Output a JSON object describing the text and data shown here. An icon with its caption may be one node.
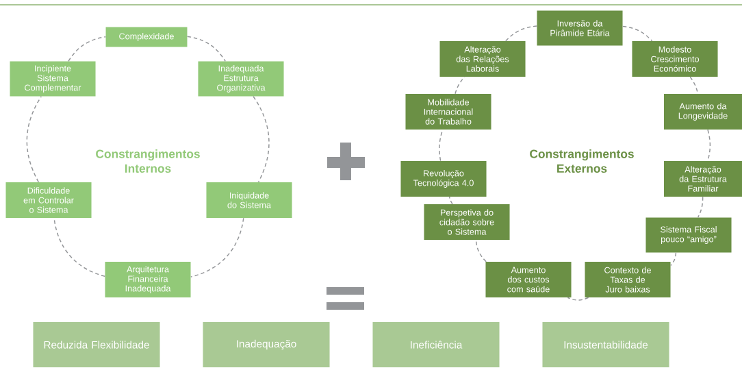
{
  "diagram": {
    "nodes": [
      {
        "text": [
          "Complexidade"
        ]
      },
      {
        "text": [
          "Inadequada Estrutura Organizativa"
        ]
      },
      {
        "text": [
          "Iniquidade do Sistema"
        ]
      },
      {
        "text": [
          "Arquitetura Financeira Inadequada"
        ]
      },
      {
        "text": [
          "Dificuldade em Controlar o Sistema"
        ]
      },
      {
        "text": [
          "Incipiente Sistema Complementar"
        ]
      },
      {
        "text": [
          "Inversão da Pirâmide Etária"
        ]
      },
      {
        "text": [
          "Modesto Crescimento Económico"
        ]
      },
      {
        "text": [
          "Aumento da Longevidade"
        ]
      },
      {
        "text": [
          "Alteração da Estrutura Familiar"
        ]
      },
      {
        "text": [
          "Sistema Fiscal pouco “amigo”"
        ]
      },
      {
        "text": [
          "Contexto de Taxas de Juro baixas"
        ]
      },
      {
        "text": [
          "Aumento dos custos com saúde"
        ]
      },
      {
        "text": [
          "Perspetiva do cidadão sobre o Sistema"
        ]
      },
      {
        "text": [
          "Revolução Tecnológica 4.0"
        ]
      },
      {
        "text": [
          "Mobilidade Internacional do Trabalho"
        ]
      },
      {
        "text": [
          "Alteração das Relações Laborais"
        ]
      },
      {
        "text": [
          "Reduzida Flexibilidade"
        ]
      },
      {
        "text": [
          "Inadequação"
        ]
      },
      {
        "text": [
          "Ineficiência"
        ]
      },
      {
        "text": [
          "Insustentabilidade"
        ]
      }
    ],
    "edges": [
      {
        "from": 0,
        "to": 1,
        "arrow": "none",
        "style": "dashed"
      },
      {
        "from": 1,
        "to": 2,
        "arrow": "none",
        "style": "dashed"
      },
      {
        "from": 2,
        "to": 3,
        "arrow": "none",
        "style": "dashed"
      },
      {
        "from": 3,
        "to": 4,
        "arrow": "none",
        "style": "dashed"
      },
      {
        "from": 4,
        "to": 5,
        "arrow": "none",
        "style": "dashed"
      },
      {
        "from": 5,
        "to": 0,
        "arrow": "none",
        "style": "dashed"
      },
      {
        "from": 6,
        "to": 7,
        "arrow": "none",
        "style": "dashed"
      },
      {
        "from": 7,
        "to": 8,
        "arrow": "none",
        "style": "dashed"
      },
      {
        "from": 8,
        "to": 9,
        "arrow": "none",
        "style": "dashed"
      },
      {
        "from": 9,
        "to": 10,
        "arrow": "none",
        "style": "dashed"
      },
      {
        "from": 10,
        "to": 11,
        "arrow": "none",
        "style": "dashed"
      },
      {
        "from": 11,
        "to": 12,
        "arrow": "none",
        "style": "dashed"
      },
      {
        "from": 12,
        "to": 13,
        "arrow": "none",
        "style": "dashed"
      },
      {
        "from": 13,
        "to": 14,
        "arrow": "none",
        "style": "dashed"
      },
      {
        "from": 14,
        "to": 15,
        "arrow": "none",
        "style": "dashed"
      },
      {
        "from": 15,
        "to": 16,
        "arrow": "none",
        "style": "dashed"
      },
      {
        "from": 16,
        "to": 6,
        "arrow": "none",
        "style": "dashed"
      }
    ],
    "labels": [
      "Constrangimentos Internos",
      "Constrangimentos Externos"
    ]
  }
}
